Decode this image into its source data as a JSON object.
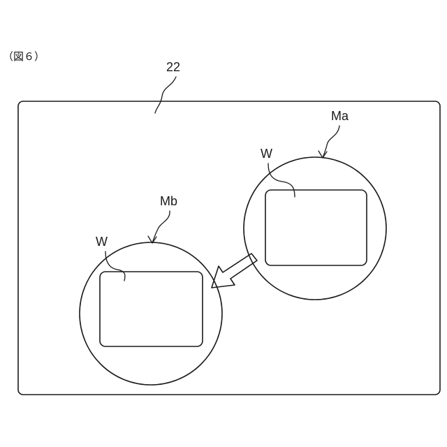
{
  "figure_label": "（図６）",
  "labels": {
    "screen": "22",
    "magnified_a": "Ma",
    "magnified_b": "Mb",
    "workpiece_a": "W",
    "workpiece_b": "W"
  },
  "colors": {
    "line": "#1a1a1a",
    "background": "#ffffff"
  }
}
